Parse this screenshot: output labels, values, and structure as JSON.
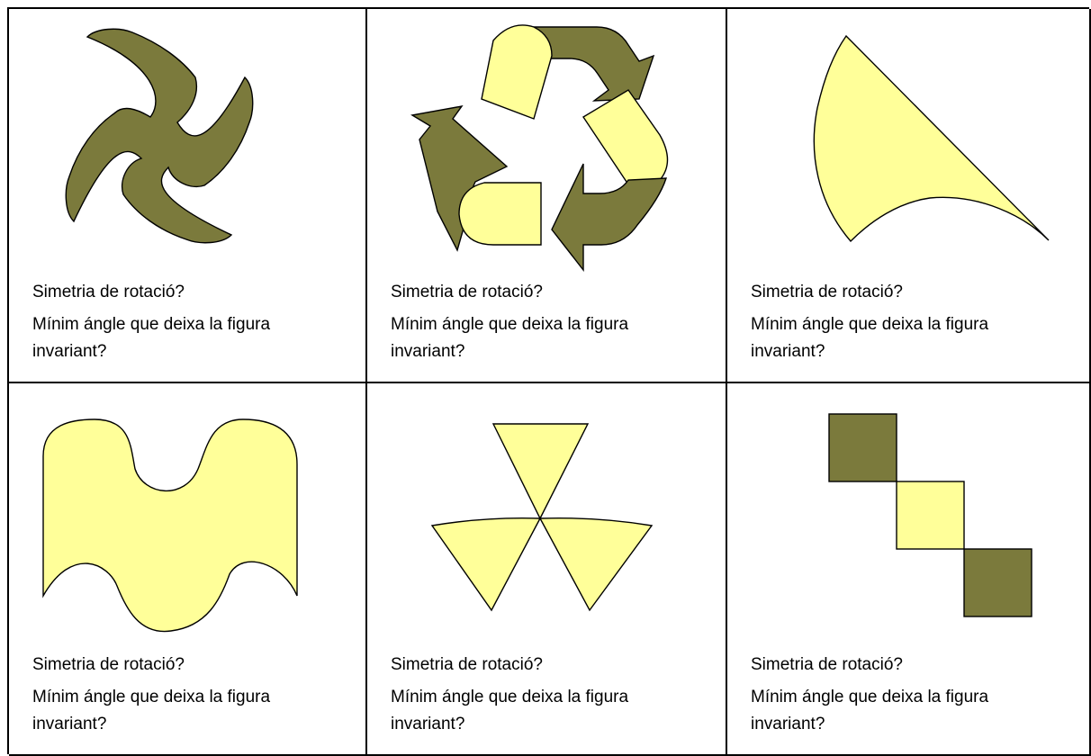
{
  "colors": {
    "olive": "#7b7a3c",
    "yellow": "#ffff99",
    "border": "#000000"
  },
  "cells": [
    {
      "shape": "four-armed-pinwheel",
      "question1": "Simetria de rotació?",
      "question2": "Mínim ángle que deixa la figura invariant?"
    },
    {
      "shape": "recycling-arrows",
      "question1": "Simetria de rotació?",
      "question2": "Mínim ángle que deixa la figura invariant?"
    },
    {
      "shape": "curved-sail",
      "question1": "Simetria de rotació?",
      "question2": "Mínim ángle que deixa la figura invariant?"
    },
    {
      "shape": "m-wave",
      "question1": "Simetria de rotació?",
      "question2": "Mínim ángle que deixa la figura invariant?"
    },
    {
      "shape": "three-triangles",
      "question1": "Simetria de rotació?",
      "question2": "Mínim ángle que deixa la figura invariant?"
    },
    {
      "shape": "diagonal-squares",
      "question1": "Simetria de rotació?",
      "question2": "Mínim ángle que deixa la figura invariant?"
    }
  ]
}
